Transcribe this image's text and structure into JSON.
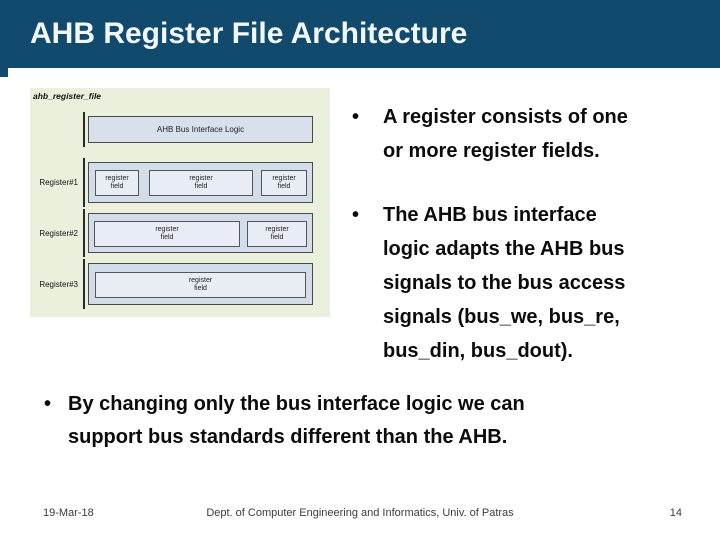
{
  "title": "AHB Register File Architecture",
  "diagram": {
    "label": "ahb_register_file",
    "interface_box_label": "AHB Bus Interface Logic",
    "registers": [
      {
        "label": "Register#1",
        "fields": [
          "register\nfield",
          "register\nfield",
          "register\nfield"
        ]
      },
      {
        "label": "Register#2",
        "fields": [
          "register\nfield",
          "register\nfield"
        ]
      },
      {
        "label": "Register#3",
        "fields": [
          "register\nfield"
        ]
      }
    ]
  },
  "bullets": {
    "right": [
      "A register consists of one or more register fields.",
      "The AHB bus interface logic adapts the AHB bus signals to the bus access signals (bus_we, bus_re, bus_din, bus_dout)."
    ],
    "bottom": "By changing only the bus interface logic we can support bus standards different than the AHB."
  },
  "footer": {
    "date": "19-Mar-18",
    "organization": "Dept. of Computer Engineering and Informatics, Univ. of Patras",
    "page_number": "14"
  },
  "colors": {
    "banner": "#114A6D",
    "title_text": "#F2F7FA",
    "panel_background": "#EBF0DC",
    "register_container_fill": "#D3DDEA",
    "register_field_fill": "#E8EDF5",
    "body_text": "#0B0B0B",
    "footer_text": "#3C3C3C"
  }
}
